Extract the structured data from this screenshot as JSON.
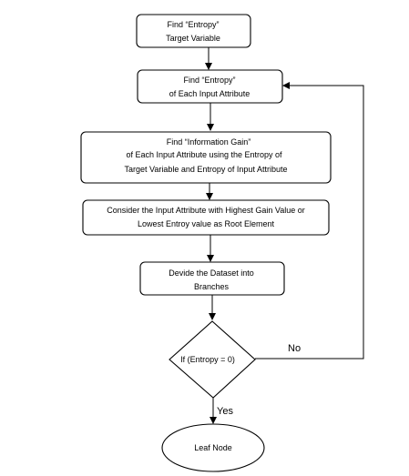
{
  "diagram": {
    "nodes": {
      "target_entropy": {
        "lines": [
          "Find “Entropy”",
          "Target Variable"
        ]
      },
      "attribute_entropy": {
        "lines": [
          "Find “Entropy”",
          "of Each Input Attribute"
        ]
      },
      "information_gain": {
        "lines": [
          "Find  “Information Gain”",
          "of Each Input Attribute using the Entropy of",
          "Target Variable and Entropy of Input Attribute"
        ]
      },
      "root_selection": {
        "lines": [
          "Consider the Input Attribute with Highest Gain Value or",
          "Lowest Entroy value as Root Element"
        ]
      },
      "divide_dataset": {
        "lines": [
          "Devide the Dataset into",
          "Branches"
        ]
      },
      "entropy_check": {
        "lines": [
          "If (Entropy = 0)"
        ]
      },
      "leaf_node": {
        "lines": [
          "Leaf Node"
        ]
      }
    },
    "edge_labels": {
      "no": "No",
      "yes": "Yes"
    }
  }
}
